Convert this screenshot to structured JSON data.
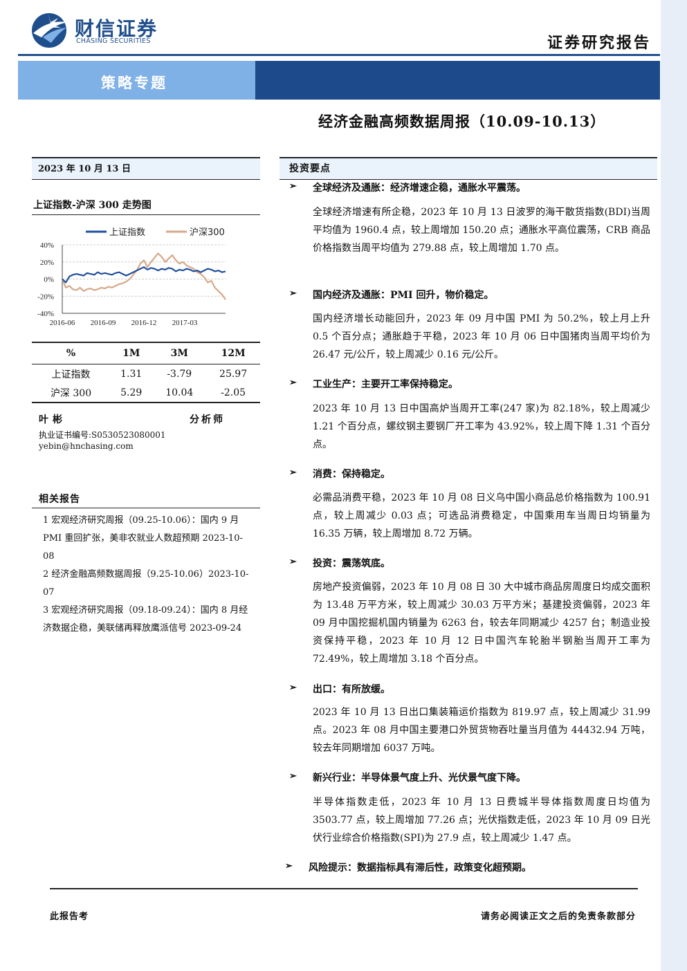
{
  "header": {
    "logo_cn": "财信证券",
    "logo_en": "CHASING SECURITIES",
    "report_type": "证券研究报告",
    "banner_label": "策略专题",
    "report_title": "经济金融高频数据周报（10.09-10.13）"
  },
  "left": {
    "date": "2023 年 10 月 13 日",
    "chart_title": "上证指数-沪深 300 走势图",
    "perf_table": {
      "headers": [
        "%",
        "1M",
        "3M",
        "12M"
      ],
      "rows": [
        [
          "上证指数",
          "1.31",
          "-3.79",
          "25.97"
        ],
        [
          "沪深 300",
          "5.29",
          "10.04",
          "-2.05"
        ]
      ]
    },
    "analyst": {
      "name": "叶彬",
      "role": "分析师",
      "cert": "执业证书编号:S0530523080001",
      "email": "yebin@hnchasing.com"
    },
    "related_title": "相关报告",
    "related": [
      "1  宏观经济研究周报（09.25-10.06）：国内 9 月 PMI 重回扩张，美非农就业人数超预期 2023-10-08",
      "2  经济金融高频数据周报（9.25-10.06）2023-10-07",
      "3  宏观经济研究周报（09.18-09.24）：国内 8 月经济数据企稳，美联储再释放鹰派信号 2023-09-24"
    ]
  },
  "chart_data": {
    "type": "line",
    "x_ticks": [
      "2016-06",
      "2016-09",
      "2016-12",
      "2017-03"
    ],
    "y_ticks": [
      "40%",
      "20%",
      "0%",
      "-20%",
      "-40%"
    ],
    "ylim": [
      -40,
      40
    ],
    "grid": true,
    "legend_position": "top",
    "series": [
      {
        "name": "上证指数",
        "color": "#1f4e9c",
        "values": [
          0,
          -4,
          3,
          5,
          6,
          5,
          4,
          7,
          6,
          5,
          8,
          6,
          7,
          6,
          5,
          7,
          8,
          6,
          4,
          6,
          8,
          10,
          12,
          14,
          11,
          13,
          12,
          10,
          12,
          11,
          13,
          12,
          9,
          11,
          10,
          12,
          11,
          9,
          10,
          8,
          10,
          12,
          11,
          9,
          10,
          8,
          9
        ]
      },
      {
        "name": "沪深300",
        "color": "#d7a889",
        "values": [
          0,
          -10,
          -8,
          -12,
          -13,
          -10,
          -14,
          -12,
          -11,
          -13,
          -12,
          -10,
          -11,
          -9,
          -10,
          -8,
          -6,
          -5,
          -3,
          0,
          5,
          10,
          18,
          22,
          14,
          20,
          25,
          30,
          26,
          20,
          24,
          28,
          22,
          18,
          20,
          16,
          14,
          12,
          8,
          6,
          2,
          -4,
          -2,
          -10,
          -14,
          -18,
          -24
        ]
      }
    ]
  },
  "right": {
    "section_title": "投资要点",
    "arrow": "➢",
    "points": [
      {
        "heading": "全球经济及通胀：经济增速企稳，通胀水平震荡。",
        "body": "全球经济增速有所企稳，2023 年 10 月 13 日波罗的海干散货指数(BDI)当周平均值为 1960.4 点，较上周增加 150.20 点；通胀水平高位震荡，CRB 商品价格指数当周平均值为 279.88 点，较上周增加 1.70 点。"
      },
      {
        "heading": "国内经济及通胀：PMI 回升，物价稳定。",
        "body": "国内经济增长动能回升，2023 年 09 月中国 PMI 为 50.2%，较上月上升 0.5 个百分点；通胀趋于平稳，2023 年 10 月 06 日中国猪肉当周平均价为 26.47 元/公斤，较上周减少 0.16 元/公斤。"
      },
      {
        "heading": "工业生产：主要开工率保持稳定。",
        "body": "2023 年 10 月 13 日中国高炉当周开工率(247 家)为 82.18%，较上周减少 1.21 个百分点，螺纹钢主要钢厂开工率为 43.92%，较上周下降 1.31 个百分点。"
      },
      {
        "heading": "消费：保持稳定。",
        "body": "必需品消费平稳，2023 年 10 月 08 日义乌中国小商品总价格指数为 100.91 点，较上周减少 0.03 点；可选品消费稳定，中国乘用车当周日均销量为 16.35 万辆，较上周增加 8.72 万辆。"
      },
      {
        "heading": "投资：震荡筑底。",
        "body": "房地产投资偏弱，2023 年 10 月 08 日 30 大中城市商品房周度日均成交面积为 13.48 万平方米，较上周减少 30.03 万平方米；基建投资偏弱，2023 年 09 月中国挖掘机国内销量为 6263 台，较去年同期减少 4257 台；制造业投资保持平稳，2023 年 10 月 12 日中国汽车轮胎半钢胎当周开工率为 72.49%，较上周增加 3.18 个百分点。"
      },
      {
        "heading": "出口：有所放缓。",
        "body": "2023 年 10 月 13 日出口集装箱运价指数为 819.97 点，较上周减少 31.99 点。2023 年 08 月中国主要港口外贸货物吞吐量当月值为 44432.94 万吨，较去年同期增加 6037 万吨。"
      },
      {
        "heading": "新兴行业：半导体景气度上升、光伏景气度下降。",
        "body": "半导体指数走低，2023 年 10 月 13 日费城半导体指数周度日均值为 3503.77 点，较上周增加 77.26 点；光伏指数走低，2023 年 10 月 09 日光伏行业综合价格指数(SPI)为 27.9 点，较上周减少 1.47 点。"
      }
    ],
    "risk": "风险提示：数据指标具有滞后性，政策变化超预期。"
  },
  "footer": {
    "left": "此报告考",
    "right": "请务必阅读正文之后的免责条款部分"
  }
}
